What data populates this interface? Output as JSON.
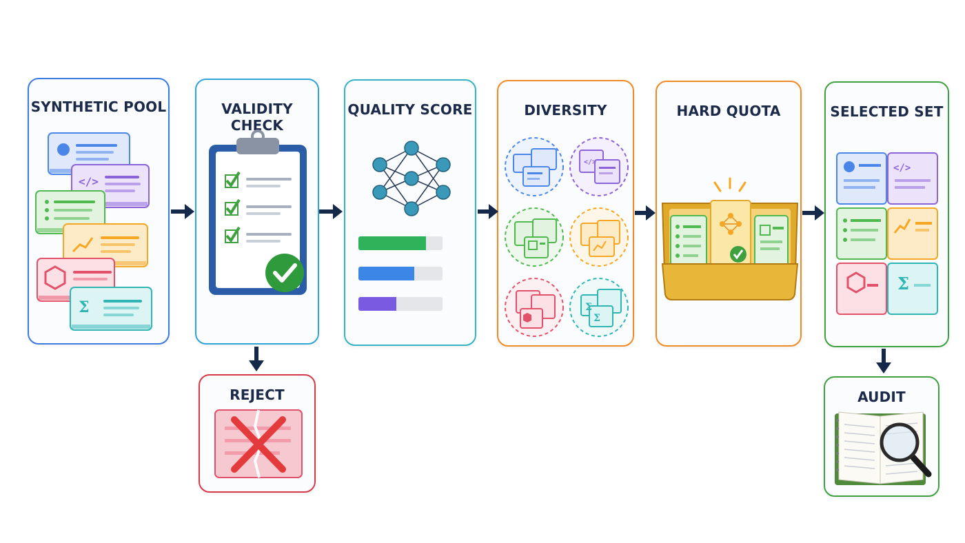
{
  "stages": [
    {
      "title": "SYNTHETIC POOL",
      "color": "#3b7be0"
    },
    {
      "title": "VALIDITY CHECK",
      "color": "#2fa4d6"
    },
    {
      "title": "QUALITY SCORE",
      "color": "#35b2c4"
    },
    {
      "title": "DIVERSITY",
      "color": "#f08a24"
    },
    {
      "title": "HARD QUOTA",
      "color": "#f08a24"
    },
    {
      "title": "SELECTED SET",
      "color": "#3fa03f"
    },
    {
      "title": "REJECT",
      "color": "#d63a4a"
    },
    {
      "title": "AUDIT",
      "color": "#3fa03f"
    }
  ],
  "quality_bars": [
    {
      "color": "#2fb35a",
      "fill": 0.8
    },
    {
      "color": "#3b86e6",
      "fill": 0.66
    },
    {
      "color": "#7a5ae0",
      "fill": 0.45
    }
  ],
  "colors": {
    "arrow": "#14284a",
    "blue": "#4a86e8",
    "purple": "#8a63d8",
    "green": "#4fb84f",
    "orange": "#f5a623",
    "red": "#e2506a",
    "teal": "#2fb4b4"
  },
  "icons": [
    "chat-icon",
    "code-icon",
    "list-icon",
    "chart-icon",
    "cube-icon",
    "sigma-icon",
    "table-icon",
    "network-icon",
    "check-icon",
    "x-icon",
    "magnifier-icon"
  ]
}
